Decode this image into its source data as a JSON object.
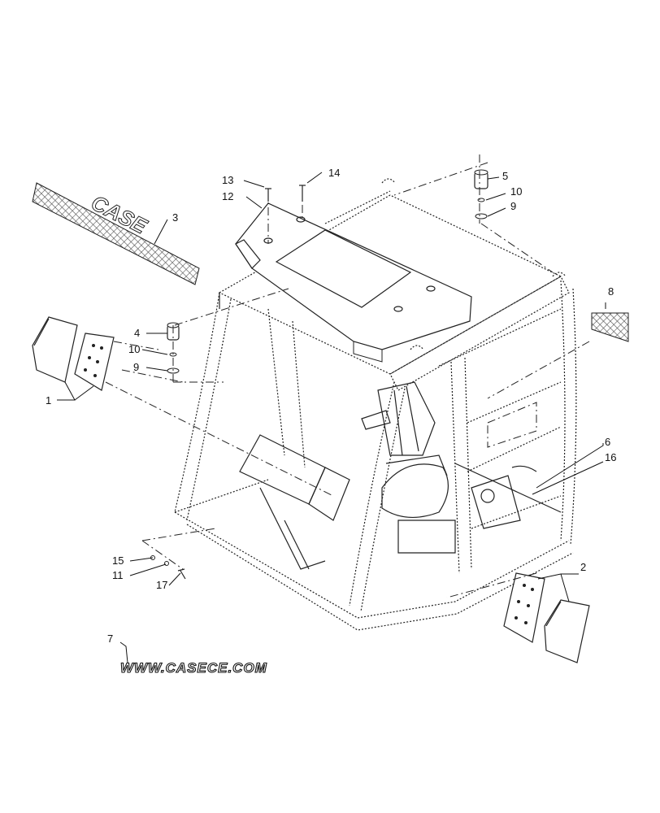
{
  "callouts": {
    "c1": "1",
    "c2": "2",
    "c3": "3",
    "c4": "4",
    "c5": "5",
    "c6": "6",
    "c7": "7",
    "c8": "8",
    "c9a": "9",
    "c9b": "9",
    "c10a": "10",
    "c10b": "10",
    "c11": "11",
    "c12": "12",
    "c13": "13",
    "c14": "14",
    "c15": "15",
    "c16": "16",
    "c17": "17"
  },
  "decal_case": {
    "text": "CASE"
  },
  "website_decal": {
    "text": "WWW.CASECE.COM"
  },
  "colors": {
    "line": "#222222",
    "text": "#111111",
    "fill": "#ffffff"
  }
}
